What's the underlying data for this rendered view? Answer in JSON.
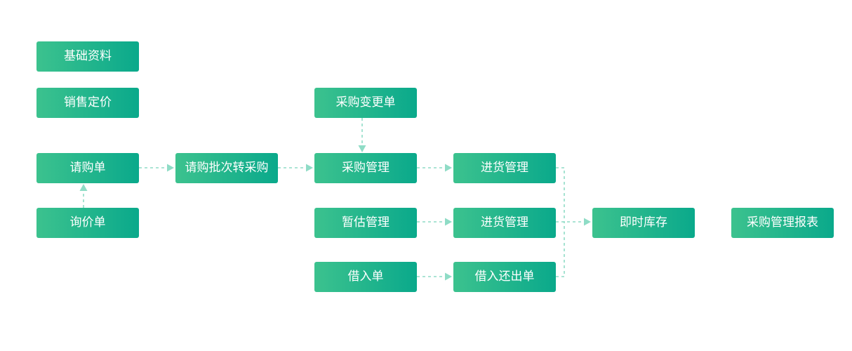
{
  "nodes": {
    "basic_data": "基础资料",
    "sales_pricing": "销售定价",
    "purchase_requisition": "请购单",
    "inquiry": "询价单",
    "batch_to_purchase": "请购批次转采购",
    "purchase_change": "采购变更单",
    "purchase_management": "采购管理",
    "estimate_management": "暂估管理",
    "borrow_in": "借入单",
    "receiving_management_1": "进货管理",
    "receiving_management_2": "进货管理",
    "borrow_return": "借入还出单",
    "realtime_inventory": "即时库存",
    "purchase_report": "采购管理报表"
  },
  "colors": {
    "node_start": "#3cc28e",
    "node_end": "#0aa98b",
    "connector": "#8fdcc6"
  }
}
